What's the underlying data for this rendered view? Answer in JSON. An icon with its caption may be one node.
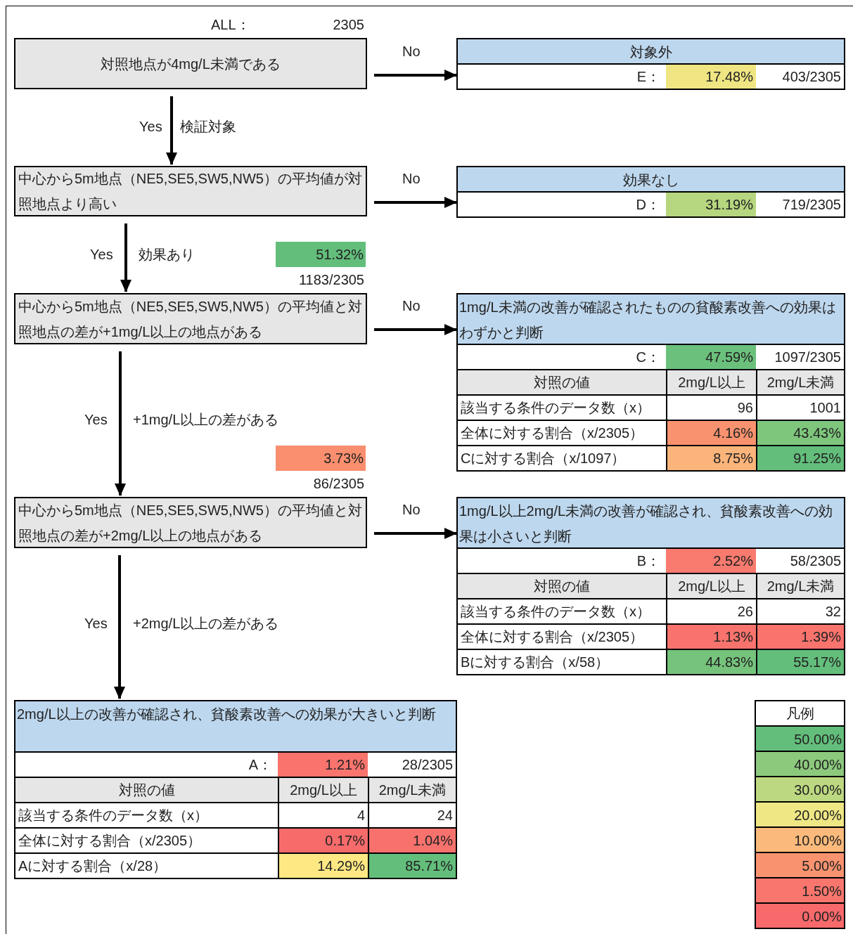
{
  "diagram": {
    "nodes": [
      {
        "text": [
          "対照地点が4mg/L未満である"
        ]
      },
      {
        "text": [
          "対象外",
          "E：",
          "17.48%",
          "403/2305"
        ]
      },
      {
        "text": [
          "中心から5m地点（NE5,SE5,SW5,NW5）の平均値が対照地点より高い"
        ]
      },
      {
        "text": [
          "効果なし",
          "D：",
          "31.19%",
          "719/2305"
        ]
      },
      {
        "text": [
          "中心から5m地点（NE5,SE5,SW5,NW5）の平均値と対照地点の差が+1mg/L以上の地点がある"
        ]
      },
      {
        "text": [
          "1mg/L未満の改善が確認されたものの貧酸素改善への効果はわずかと判断",
          "C：",
          "47.59%",
          "1097/2305",
          "対照の値",
          "2mg/L以上",
          "2mg/L未満",
          "該当する条件のデータ数（x）",
          "96",
          "1001",
          "全体に対する割合（x/2305）",
          "4.16%",
          "43.43%",
          "Cに対する割合（x/1097）",
          "8.75%",
          "91.25%"
        ]
      },
      {
        "text": [
          "中心から5m地点（NE5,SE5,SW5,NW5）の平均値と対照地点の差が+2mg/L以上の地点がある"
        ]
      },
      {
        "text": [
          "1mg/L以上2mg/L未満の改善が確認され、貧酸素改善への効果は小さいと判断",
          "B：",
          "2.52%",
          "58/2305",
          "対照の値",
          "2mg/L以上",
          "2mg/L未満",
          "該当する条件のデータ数（x）",
          "26",
          "32",
          "全体に対する割合（x/2305）",
          "1.13%",
          "1.39%",
          "Bに対する割合（x/58）",
          "44.83%",
          "55.17%"
        ]
      },
      {
        "text": [
          "2mg/L以上の改善が確認され、貧酸素改善への効果が大きいと判断",
          "A：",
          "1.21%",
          "28/2305",
          "対照の値",
          "2mg/L以上",
          "2mg/L未満",
          "該当する条件のデータ数（x）",
          "4",
          "24",
          "全体に対する割合（x/2305）",
          "0.17%",
          "1.04%",
          "Aに対する割合（x/28）",
          "14.29%",
          "85.71%"
        ]
      }
    ],
    "edges": [
      {
        "from": 0,
        "to": 1,
        "arrow": "to",
        "label": "No"
      },
      {
        "from": 0,
        "to": 2,
        "arrow": "to",
        "label": "Yes"
      },
      {
        "from": 2,
        "to": 3,
        "arrow": "to",
        "label": "No"
      },
      {
        "from": 2,
        "to": 4,
        "arrow": "to",
        "label": "Yes"
      },
      {
        "from": 4,
        "to": 5,
        "arrow": "to",
        "label": "No"
      },
      {
        "from": 4,
        "to": 6,
        "arrow": "to",
        "label": "Yes"
      },
      {
        "from": 6,
        "to": 7,
        "arrow": "to",
        "label": "No"
      },
      {
        "from": 6,
        "to": 8,
        "arrow": "to",
        "label": "Yes"
      }
    ],
    "labels": [
      "ALL：",
      "2305",
      "検証対象",
      "効果あり",
      "51.32%",
      "1183/2305",
      "+1mg/L以上の差がある",
      "3.73%",
      "86/2305",
      "+2mg/L以上の差がある",
      "凡例"
    ],
    "legend": [
      {
        "text": "50.00%",
        "color": "#63be7b"
      },
      {
        "text": "40.00%",
        "color": "#8cc97d"
      },
      {
        "text": "30.00%",
        "color": "#bcd881"
      },
      {
        "text": "20.00%",
        "color": "#efe784"
      },
      {
        "text": "10.00%",
        "color": "#fbba7b"
      },
      {
        "text": "5.00%",
        "color": "#f9936f"
      },
      {
        "text": "1.50%",
        "color": "#f8766d"
      },
      {
        "text": "0.00%",
        "color": "#f8696b"
      }
    ]
  }
}
